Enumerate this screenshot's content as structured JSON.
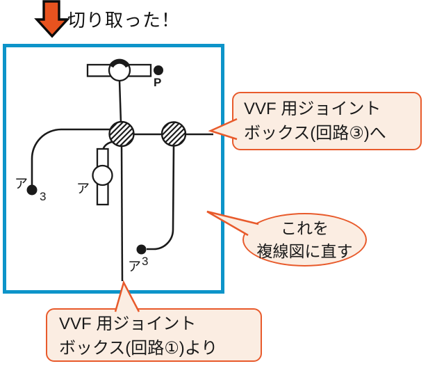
{
  "header": {
    "caption": "切り取った！"
  },
  "diagram": {
    "labels": {
      "pull_switch": "P",
      "switch_left_name": "ア",
      "switch_left_ways": "3",
      "lamp_name": "ア",
      "switch_right_name": "ア",
      "switch_right_ways": "3"
    },
    "symbols": [
      "fluorescent-light-with-pull-switch",
      "junction-box-left",
      "junction-box-right",
      "three-way-switch-left",
      "fluorescent-light-vertical",
      "three-way-switch-right"
    ]
  },
  "callouts": {
    "to_joint_box": {
      "line1": "VVF 用ジョイント",
      "line2": "ボックス(回路③)へ"
    },
    "convert_note": {
      "line1": "これを",
      "line2": "複線図に直す"
    },
    "from_joint_box": {
      "line1": "VVF 用ジョイント",
      "line2": "ボックス(回路①)より"
    }
  },
  "colors": {
    "accent_orange": "#E8531F",
    "callout_border": "#E85A2B",
    "callout_fill": "#FBEDE2",
    "frame_blue": "#0D94C9",
    "ink": "#1A1A1A"
  }
}
